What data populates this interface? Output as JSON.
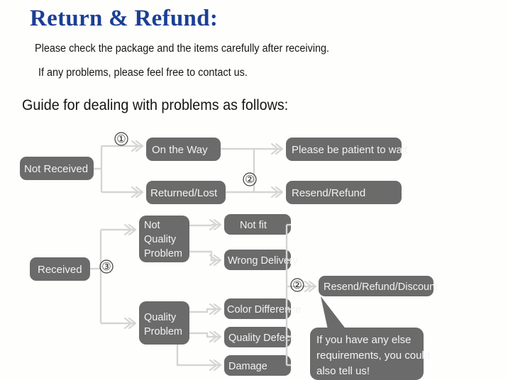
{
  "page": {
    "title": "Return & Refund:",
    "title_color": "#1c3f94",
    "intro_line_1": "Please check the package and the items carefully after receiving.",
    "intro_line_2": "If any problems, please feel free to contact us.",
    "guide_heading": "Guide for dealing with problems as follows:",
    "node_fill": "#6b6b6b",
    "connector_color": "#d5d5d5",
    "node_text_color": "#f2f2f2"
  },
  "flowchart": {
    "branch_not_received": {
      "root": "Not Received",
      "marker": "①",
      "marker_two": "②",
      "steps": [
        {
          "state": "On the Way",
          "outcome": "Please be patient to wait"
        },
        {
          "state": "Returned/Lost",
          "outcome": "Resend/Refund"
        }
      ]
    },
    "branch_received": {
      "root": "Received",
      "marker": "③",
      "marker_two": "②",
      "categories": [
        {
          "label": "Not Quality Problem",
          "lines": [
            "Not",
            "Quality",
            "Problem"
          ],
          "reasons": [
            "Not fit",
            "Wrong Delivery"
          ]
        },
        {
          "label": "Quality Problem",
          "lines": [
            "Quality",
            "Problem"
          ],
          "reasons": [
            "Color Difference",
            "Quality Defect",
            "Damage"
          ]
        }
      ],
      "outcome": "Resend/Refund/Discount"
    },
    "callout": {
      "lines": [
        "If you have any else",
        "requirements, you could",
        "also tell us!"
      ]
    }
  }
}
